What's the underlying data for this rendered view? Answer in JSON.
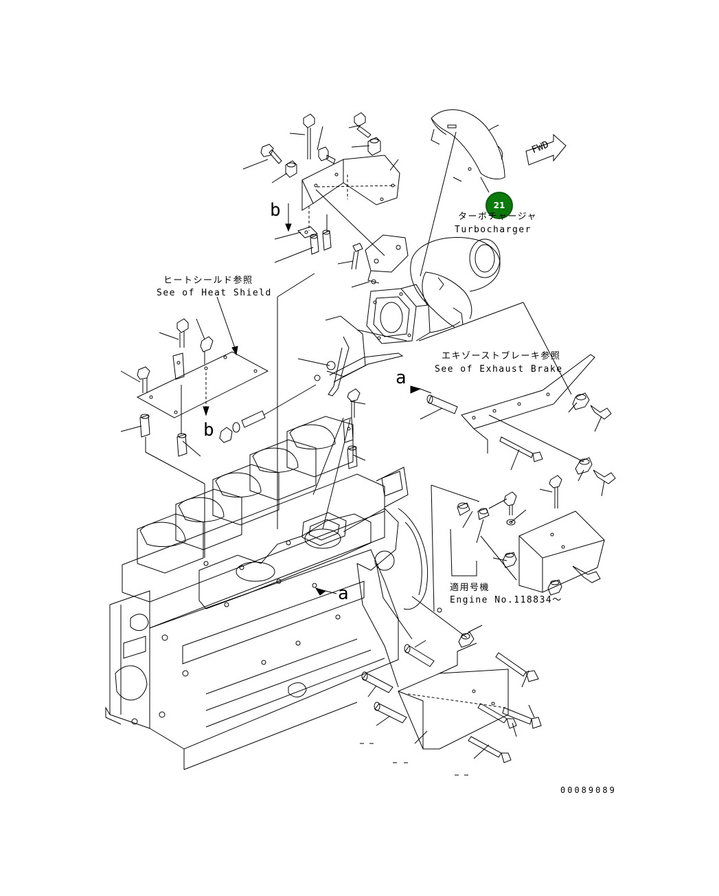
{
  "callout": {
    "number": "21"
  },
  "fwd_label": "FWD",
  "turbocharger": {
    "jp": "ターボチャージャ",
    "en": "Turbocharger"
  },
  "heat_shield_ref": {
    "jp": "ヒートシールド参照",
    "en": "See of Heat Shield"
  },
  "exhaust_brake_ref": {
    "jp": "エキゾーストブレーキ参照",
    "en": "See of Exhaust Brake"
  },
  "engine_applicability": {
    "jp": "適用号機",
    "en": "Engine No.118834〜"
  },
  "section_letters": {
    "a_upper": "a",
    "a_lower": "a",
    "b_upper": "b",
    "b_lower": "b"
  },
  "figure_number": "00089089"
}
